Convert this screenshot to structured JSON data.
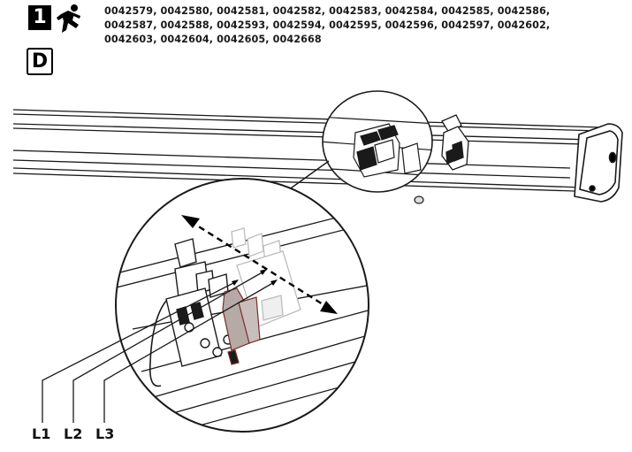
{
  "step": {
    "number": "1"
  },
  "variant": {
    "label": "D"
  },
  "icons": {
    "emergency_exit": "running-man-icon"
  },
  "article_numbers": {
    "lines": [
      "0042579, 0042580, 0042581, 0042582, 0042583, 0042584, 0042585, 0042586,",
      "0042587, 0042588, 0042593, 0042594, 0042595, 0042596, 0042597, 0042602,",
      "0042603, 0042604, 0042605, 0042668"
    ]
  },
  "wires": {
    "l1": "L1",
    "l2": "L2",
    "l3": "L3"
  },
  "colors": {
    "highlight_part": "#b5aaa6",
    "outline": "#1a1a1a",
    "ghost_part": "#c9c9c9"
  }
}
